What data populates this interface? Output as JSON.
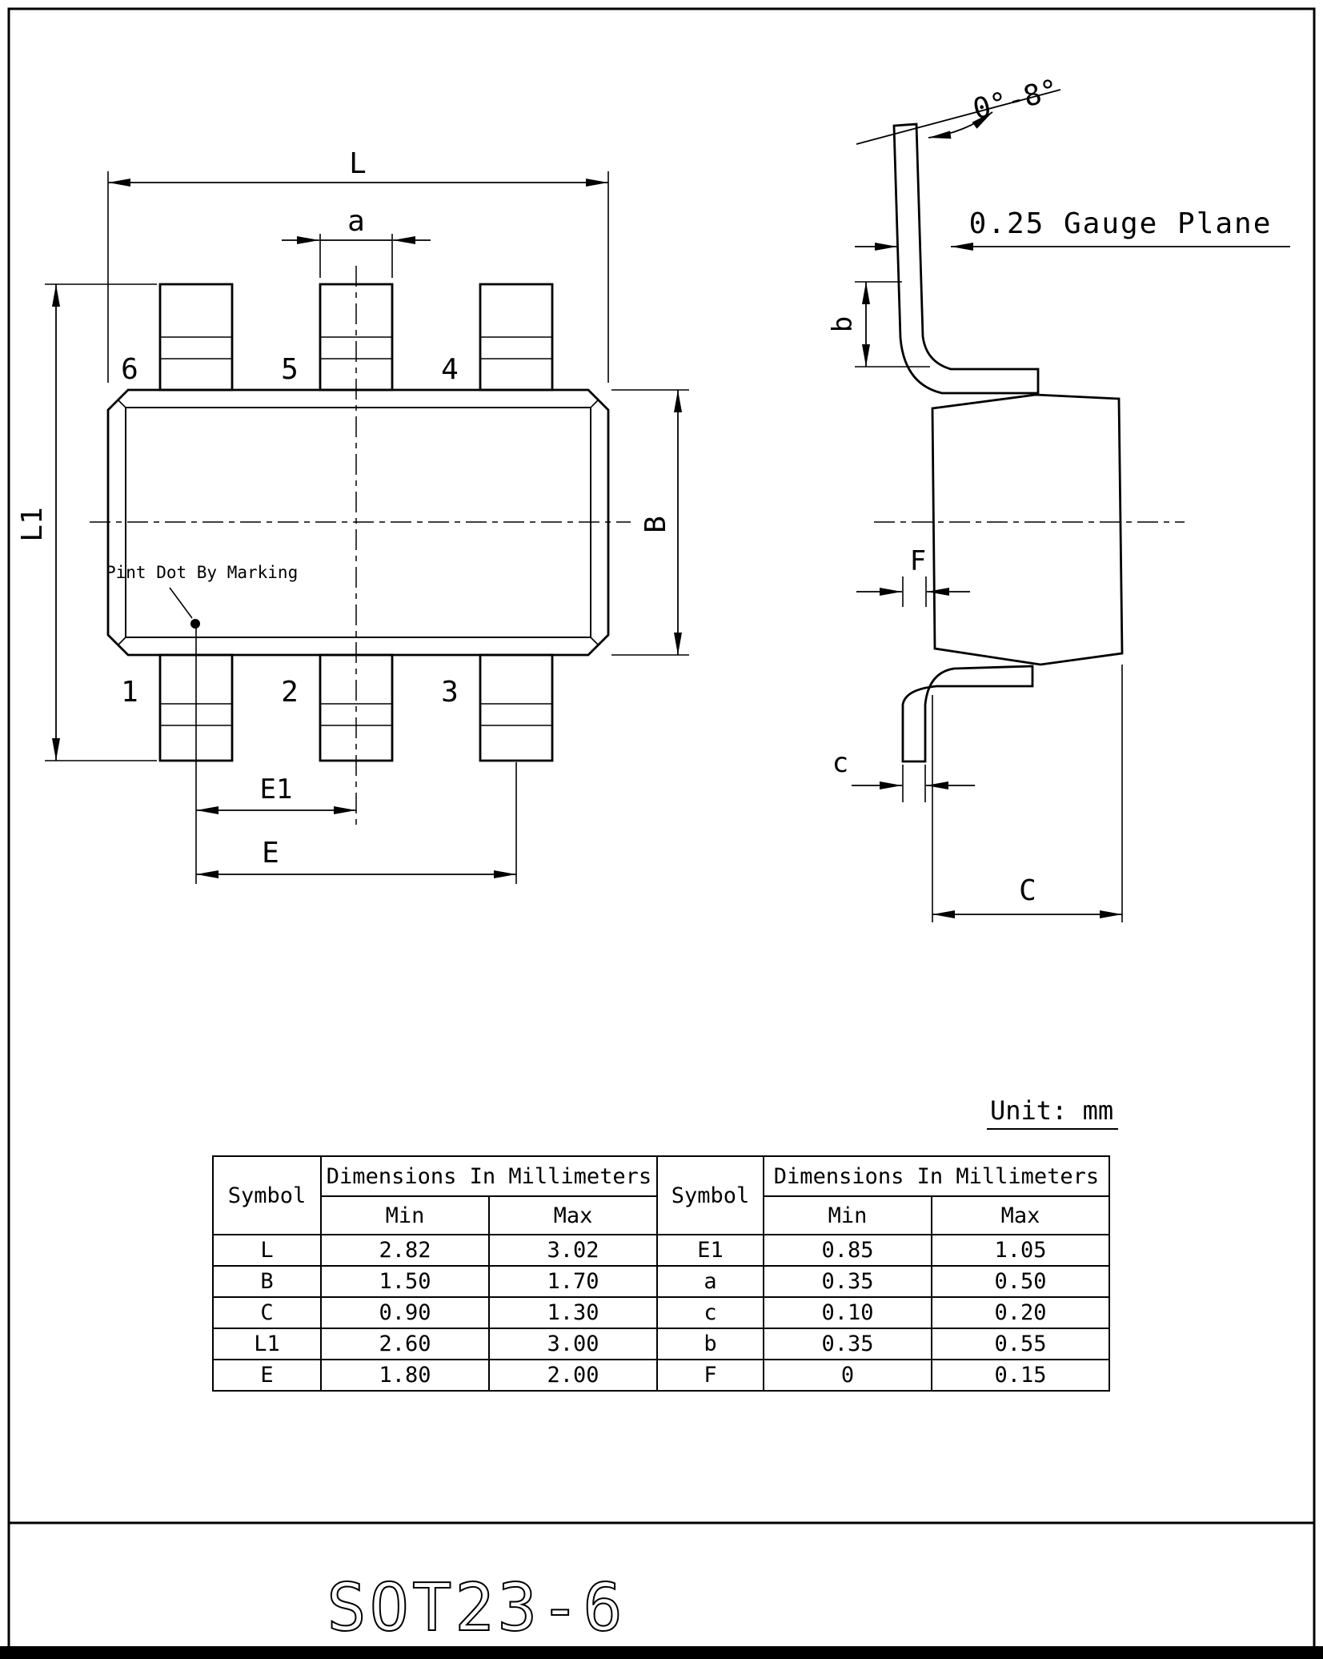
{
  "sheet": {
    "title": "SOT23-6",
    "unit_label": "Unit: mm"
  },
  "top_view": {
    "marking_note": "Pint Dot By Marking",
    "pins": [
      "1",
      "2",
      "3",
      "4",
      "5",
      "6"
    ],
    "dims": {
      "L": "L",
      "a": "a",
      "L1": "L1",
      "B": "B",
      "E1": "E1",
      "E": "E"
    }
  },
  "side_view": {
    "angle_label": "0°-8°",
    "gauge_plane_label": "0.25 Gauge Plane",
    "dims": {
      "b": "b",
      "F": "F",
      "c": "c",
      "C": "C"
    }
  },
  "table": {
    "header_symbol": "Symbol",
    "header_dims": "Dimensions In Millimeters",
    "header_min": "Min",
    "header_max": "Max",
    "left_rows": [
      {
        "symbol": "L",
        "min": "2.82",
        "max": "3.02"
      },
      {
        "symbol": "B",
        "min": "1.50",
        "max": "1.70"
      },
      {
        "symbol": "C",
        "min": "0.90",
        "max": "1.30"
      },
      {
        "symbol": "L1",
        "min": "2.60",
        "max": "3.00"
      },
      {
        "symbol": "E",
        "min": "1.80",
        "max": "2.00"
      }
    ],
    "right_rows": [
      {
        "symbol": "E1",
        "min": "0.85",
        "max": "1.05"
      },
      {
        "symbol": "a",
        "min": "0.35",
        "max": "0.50"
      },
      {
        "symbol": "c",
        "min": "0.10",
        "max": "0.20"
      },
      {
        "symbol": "b",
        "min": "0.35",
        "max": "0.55"
      },
      {
        "symbol": "F",
        "min": "0",
        "max": "0.15"
      }
    ]
  }
}
